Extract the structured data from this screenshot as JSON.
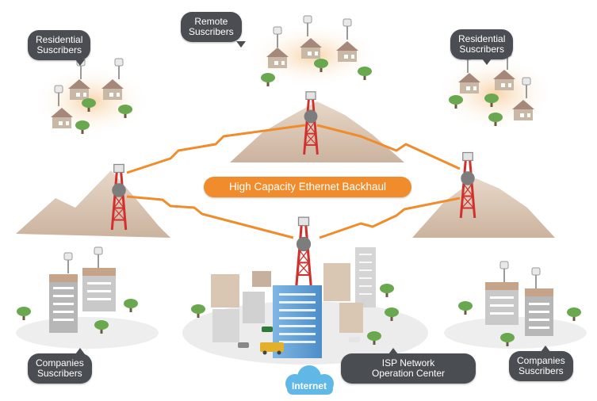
{
  "diagram": {
    "backhaul_label": "High Capacity Ethernet Backhaul",
    "nodes": [
      {
        "id": "residential_left",
        "lines": [
          "Residential",
          "Suscribers"
        ]
      },
      {
        "id": "remote",
        "lines": [
          "Remote",
          "Suscribers"
        ]
      },
      {
        "id": "residential_right",
        "lines": [
          "Residential",
          "Suscribers"
        ]
      },
      {
        "id": "companies_left",
        "lines": [
          "Companies",
          "Suscribers"
        ]
      },
      {
        "id": "isp",
        "lines": [
          "ISP Network",
          "Operation Center"
        ]
      },
      {
        "id": "companies_right",
        "lines": [
          "Companies",
          "Suscribers"
        ]
      }
    ],
    "internet_label": "Internet",
    "colors": {
      "backhaul": "#f08c2b",
      "callout": "#4a4d52",
      "tower": "#d0312d",
      "mountain": "#dcc8b6",
      "internet_cloud": "#5fb8e6",
      "tree": "#6aa84f"
    },
    "icons": [
      "microwave-tower-icon",
      "house-icon",
      "office-building-icon",
      "tree-icon",
      "mountain-icon",
      "cloud-icon",
      "car-icon",
      "bus-icon"
    ]
  }
}
